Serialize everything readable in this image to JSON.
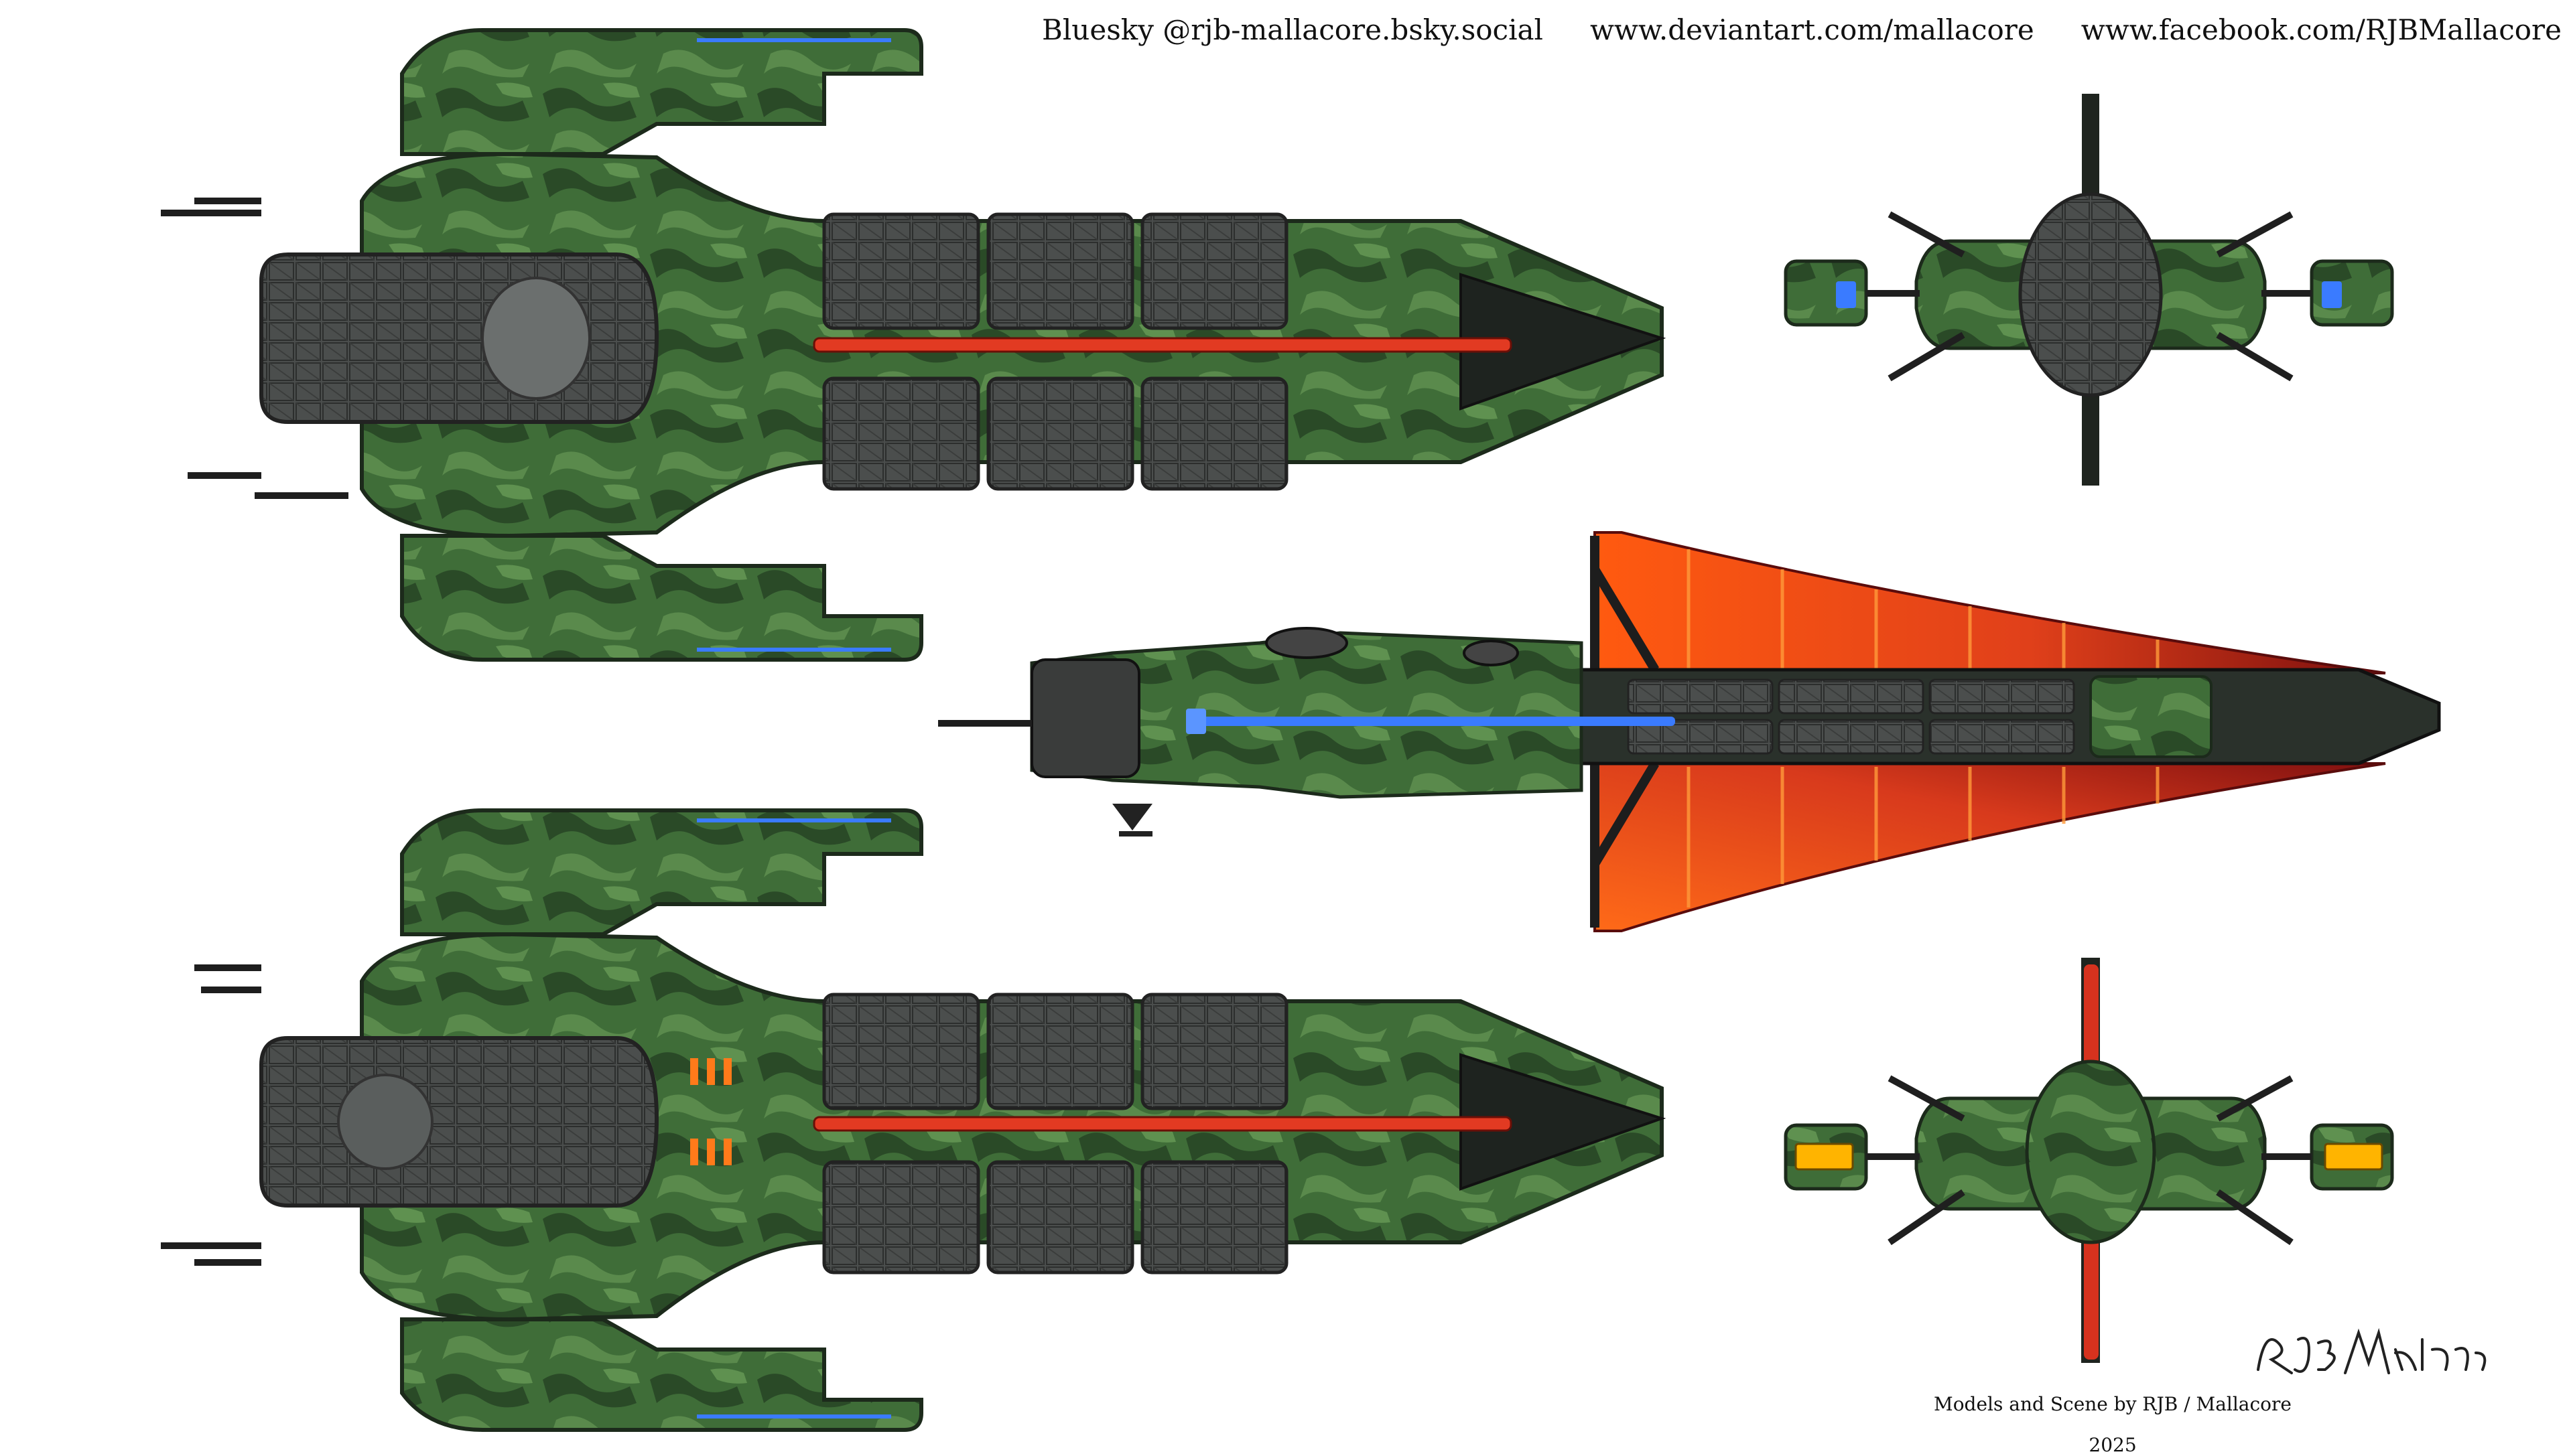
{
  "credits": {
    "bluesky": "Bluesky @rjb-mallacore.bsky.social",
    "deviantart": "www.deviantart.com/mallacore",
    "facebook": "www.facebook.com/RJBMallacore"
  },
  "footer": {
    "byline": "Models and Scene by RJB / Mallacore",
    "year": "2025"
  },
  "signature_text": "RJB Mallacore",
  "colors": {
    "hull_green": "#3d6b36",
    "hull_dark": "#1f2b1e",
    "panel_grey": "#4a4d4c",
    "red_strip": "#e23a22",
    "blue_glow": "#3a7bff",
    "orange_fin": "#ff6a1a",
    "amber_glow": "#ffb400"
  }
}
